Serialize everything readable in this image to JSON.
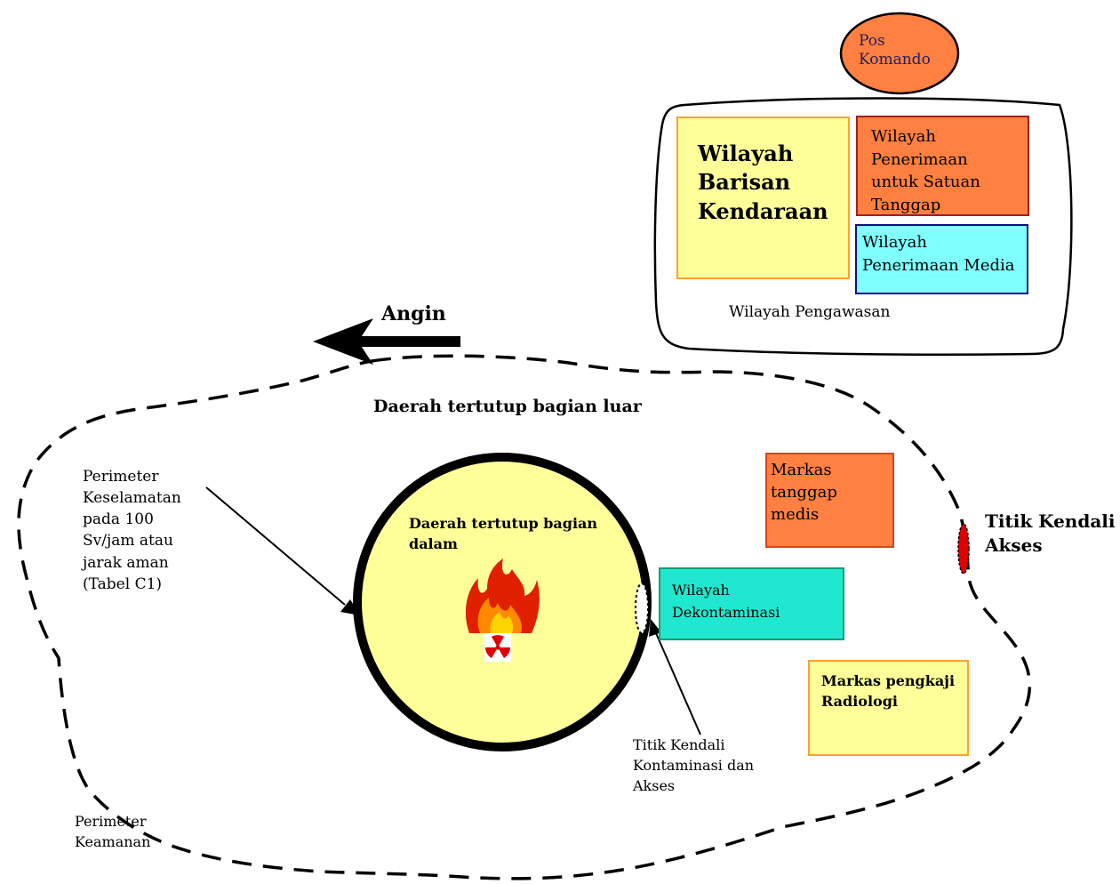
{
  "command_post": "Pos\nKomando",
  "supervision_area": {
    "label": "Wilayah Pengawasan",
    "staging_area": "Wilayah\nBarisan\nKendaraan",
    "responder_reception": "Wilayah\nPenerimaan\nuntuk Satuan\nTanggap",
    "media_reception": "Wilayah\nPenerimaan Media"
  },
  "wind_label": "Angin",
  "outer_zone_label": "Daerah tertutup bagian luar",
  "inner_zone_label": "Daerah tertutup bagian\ndalam",
  "safety_perimeter_label": "Perimeter\nKeselamatan\npada 100\nSv/jam atau\njarak aman\n(Tabel C1)",
  "security_perimeter_label": "Perimeter\nKeamanan",
  "medical_post": "Markas\ntanggap\nmedis",
  "decontamination_area": "Wilayah\nDekontaminasi",
  "radiological_post": "Markas pengkaji\nRadiologi",
  "access_control_point": "Titik Kendali\nAkses",
  "contamination_control_point": "Titik Kendali\nKontaminasi dan\nAkses",
  "colors": {
    "orange": "#ff8040",
    "light_yellow": "#ffff99",
    "yellow_border": "#ffa030",
    "cyan_box": "#80ffff",
    "teal_box": "#20e8d0",
    "dark_red_border": "#a02020",
    "navy_border": "#101080",
    "red_marker": "#e00000"
  }
}
